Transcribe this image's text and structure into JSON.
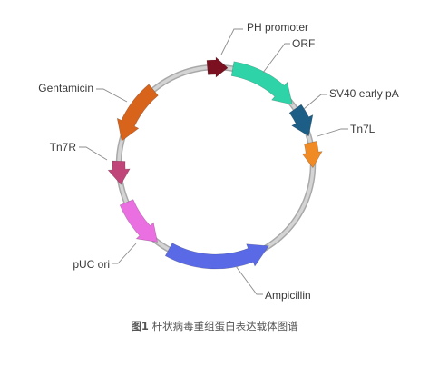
{
  "figure": {
    "caption_prefix": "图1",
    "caption_text": "杆状病毒重组蛋白表达载体图谱"
  },
  "plasmid": {
    "features": [
      {
        "id": "ph-promoter",
        "label": "PH promoter",
        "color": "#7b1020"
      },
      {
        "id": "orf",
        "label": "ORF",
        "color": "#2fd3a8"
      },
      {
        "id": "sv40-early-pa",
        "label": "SV40 early pA",
        "color": "#1d5e87"
      },
      {
        "id": "tn7l",
        "label": "Tn7L",
        "color": "#f08a24"
      },
      {
        "id": "ampicillin",
        "label": "Ampicillin",
        "color": "#5a6ae6"
      },
      {
        "id": "puc-ori",
        "label": "pUC ori",
        "color": "#ea6fe0"
      },
      {
        "id": "tn7r",
        "label": "Tn7R",
        "color": "#c0467a"
      },
      {
        "id": "gentamicin",
        "label": "Gentamicin",
        "color": "#d8641c"
      }
    ]
  }
}
